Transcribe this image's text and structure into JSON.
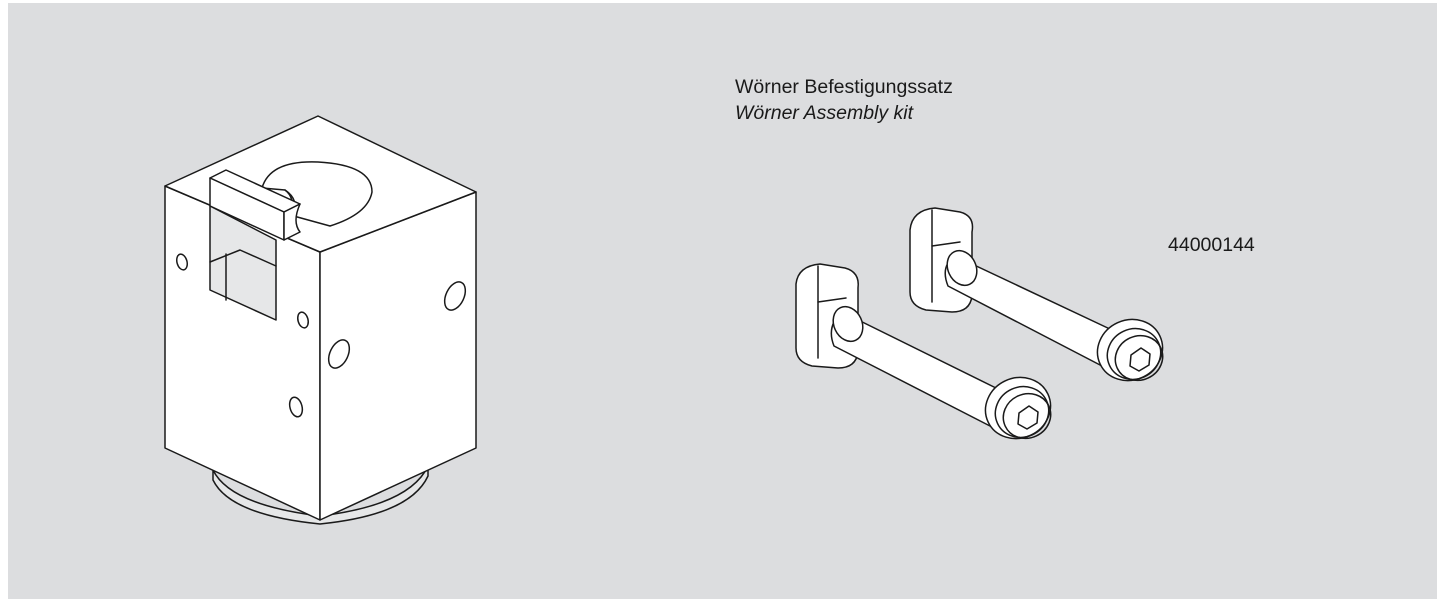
{
  "product": {
    "name_de": "Wörner Befestigungssatz",
    "name_en": "Wörner Assembly kit",
    "part_number": "44000144"
  },
  "colors": {
    "background": "#dcdddf",
    "line": "#1a1a1a",
    "part_fill": "#ffffff"
  },
  "illustrations": {
    "left": "mounting-block",
    "right": "t-slot-bolts"
  }
}
